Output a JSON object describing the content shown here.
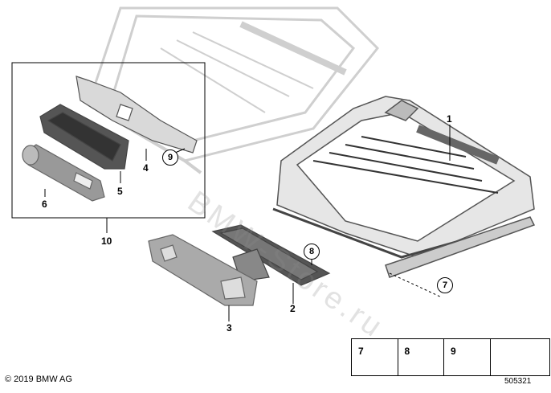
{
  "callouts": {
    "c1": "1",
    "c2": "2",
    "c3": "3",
    "c4": "4",
    "c5": "5",
    "c6": "6",
    "c10": "10",
    "r7": "7",
    "r8": "8",
    "r9": "9"
  },
  "legend": {
    "items": [
      {
        "num": "7",
        "icon": "torx-bolt-icon"
      },
      {
        "num": "8",
        "icon": "torx-screw-icon"
      },
      {
        "num": "9",
        "icon": "hex-nut-icon"
      },
      {
        "num": "",
        "icon": "arrow-indicator-icon"
      }
    ]
  },
  "copyright": "© 2019 BMW AG",
  "document_number": "505321",
  "watermark": "BMW-Store.ru"
}
